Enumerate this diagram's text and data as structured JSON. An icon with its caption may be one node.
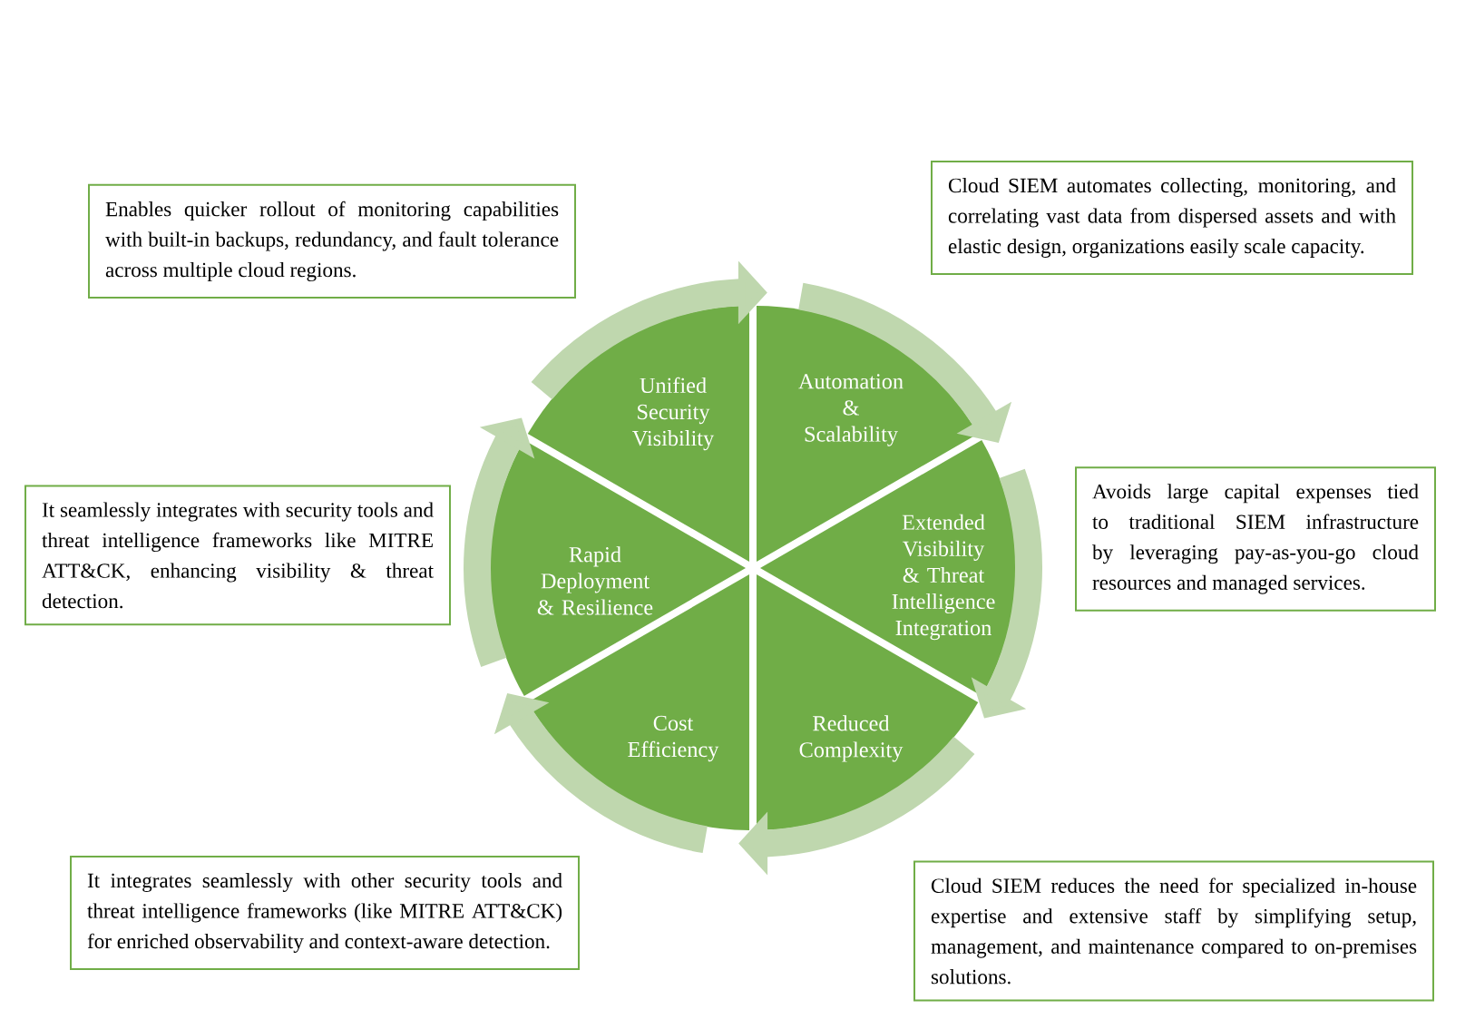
{
  "diagram": {
    "nodes": [
      {
        "text": [
          "Enables quicker rollout of monitoring capabilities with built-in backups, redundancy, and fault tolerance across multiple cloud regions."
        ]
      },
      {
        "text": [
          "Cloud SIEM automates collecting, monitoring, and correlating vast data from dispersed assets and with elastic design, organizations easily scale capacity."
        ]
      },
      {
        "text": [
          "Unified Security Visibility"
        ]
      },
      {
        "text": [
          "Automation & Scalability"
        ]
      },
      {
        "text": [
          "It seamlessly integrates with security tools and threat intelligence frameworks like MITRE ATT&CK, enhancing visibility & threat detection."
        ]
      },
      {
        "text": [
          "Rapid Deployment & Resilience"
        ]
      },
      {
        "text": [
          "Extended Visibility & Threat Intelligence Integration"
        ]
      },
      {
        "text": [
          "Avoids large capital expenses tied to traditional SIEM infrastructure by leveraging pay-as-you-go cloud resources and managed services."
        ]
      },
      {
        "text": [
          "Cost Efficiency"
        ]
      },
      {
        "text": [
          "Reduced Complexity"
        ]
      },
      {
        "text": [
          "It integrates seamlessly with other security tools and threat intelligence frameworks (like MITRE ATT&CK) for enriched observability and context-aware detection."
        ]
      },
      {
        "text": [
          "Cloud SIEM reduces the need for specialized in-house expertise and extensive staff by simplifying setup, management, and maintenance compared to on-premises solutions."
        ]
      }
    ],
    "edges": [
      {
        "from": 2,
        "to": 3,
        "arrow": "to"
      },
      {
        "from": 3,
        "to": 6,
        "arrow": "to"
      },
      {
        "from": 6,
        "to": 9,
        "arrow": "to"
      },
      {
        "from": 9,
        "to": 8,
        "arrow": "to"
      },
      {
        "from": 8,
        "to": 5,
        "arrow": "to"
      },
      {
        "from": 5,
        "to": 2,
        "arrow": "to"
      }
    ]
  }
}
